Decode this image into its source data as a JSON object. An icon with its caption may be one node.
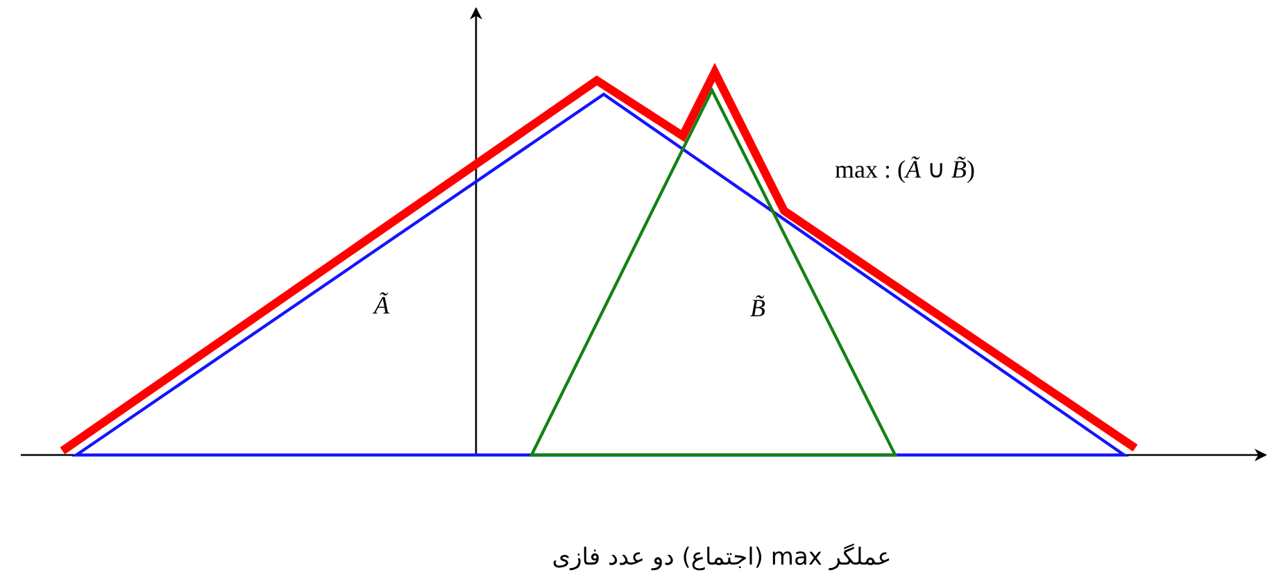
{
  "diagram": {
    "caption": "عملگر max (اجتماع) دو عدد فازی",
    "labels": [
      "*Ã*",
      "*B̃*",
      "max : (*Ã* ∪ *B̃*)"
    ]
  }
}
